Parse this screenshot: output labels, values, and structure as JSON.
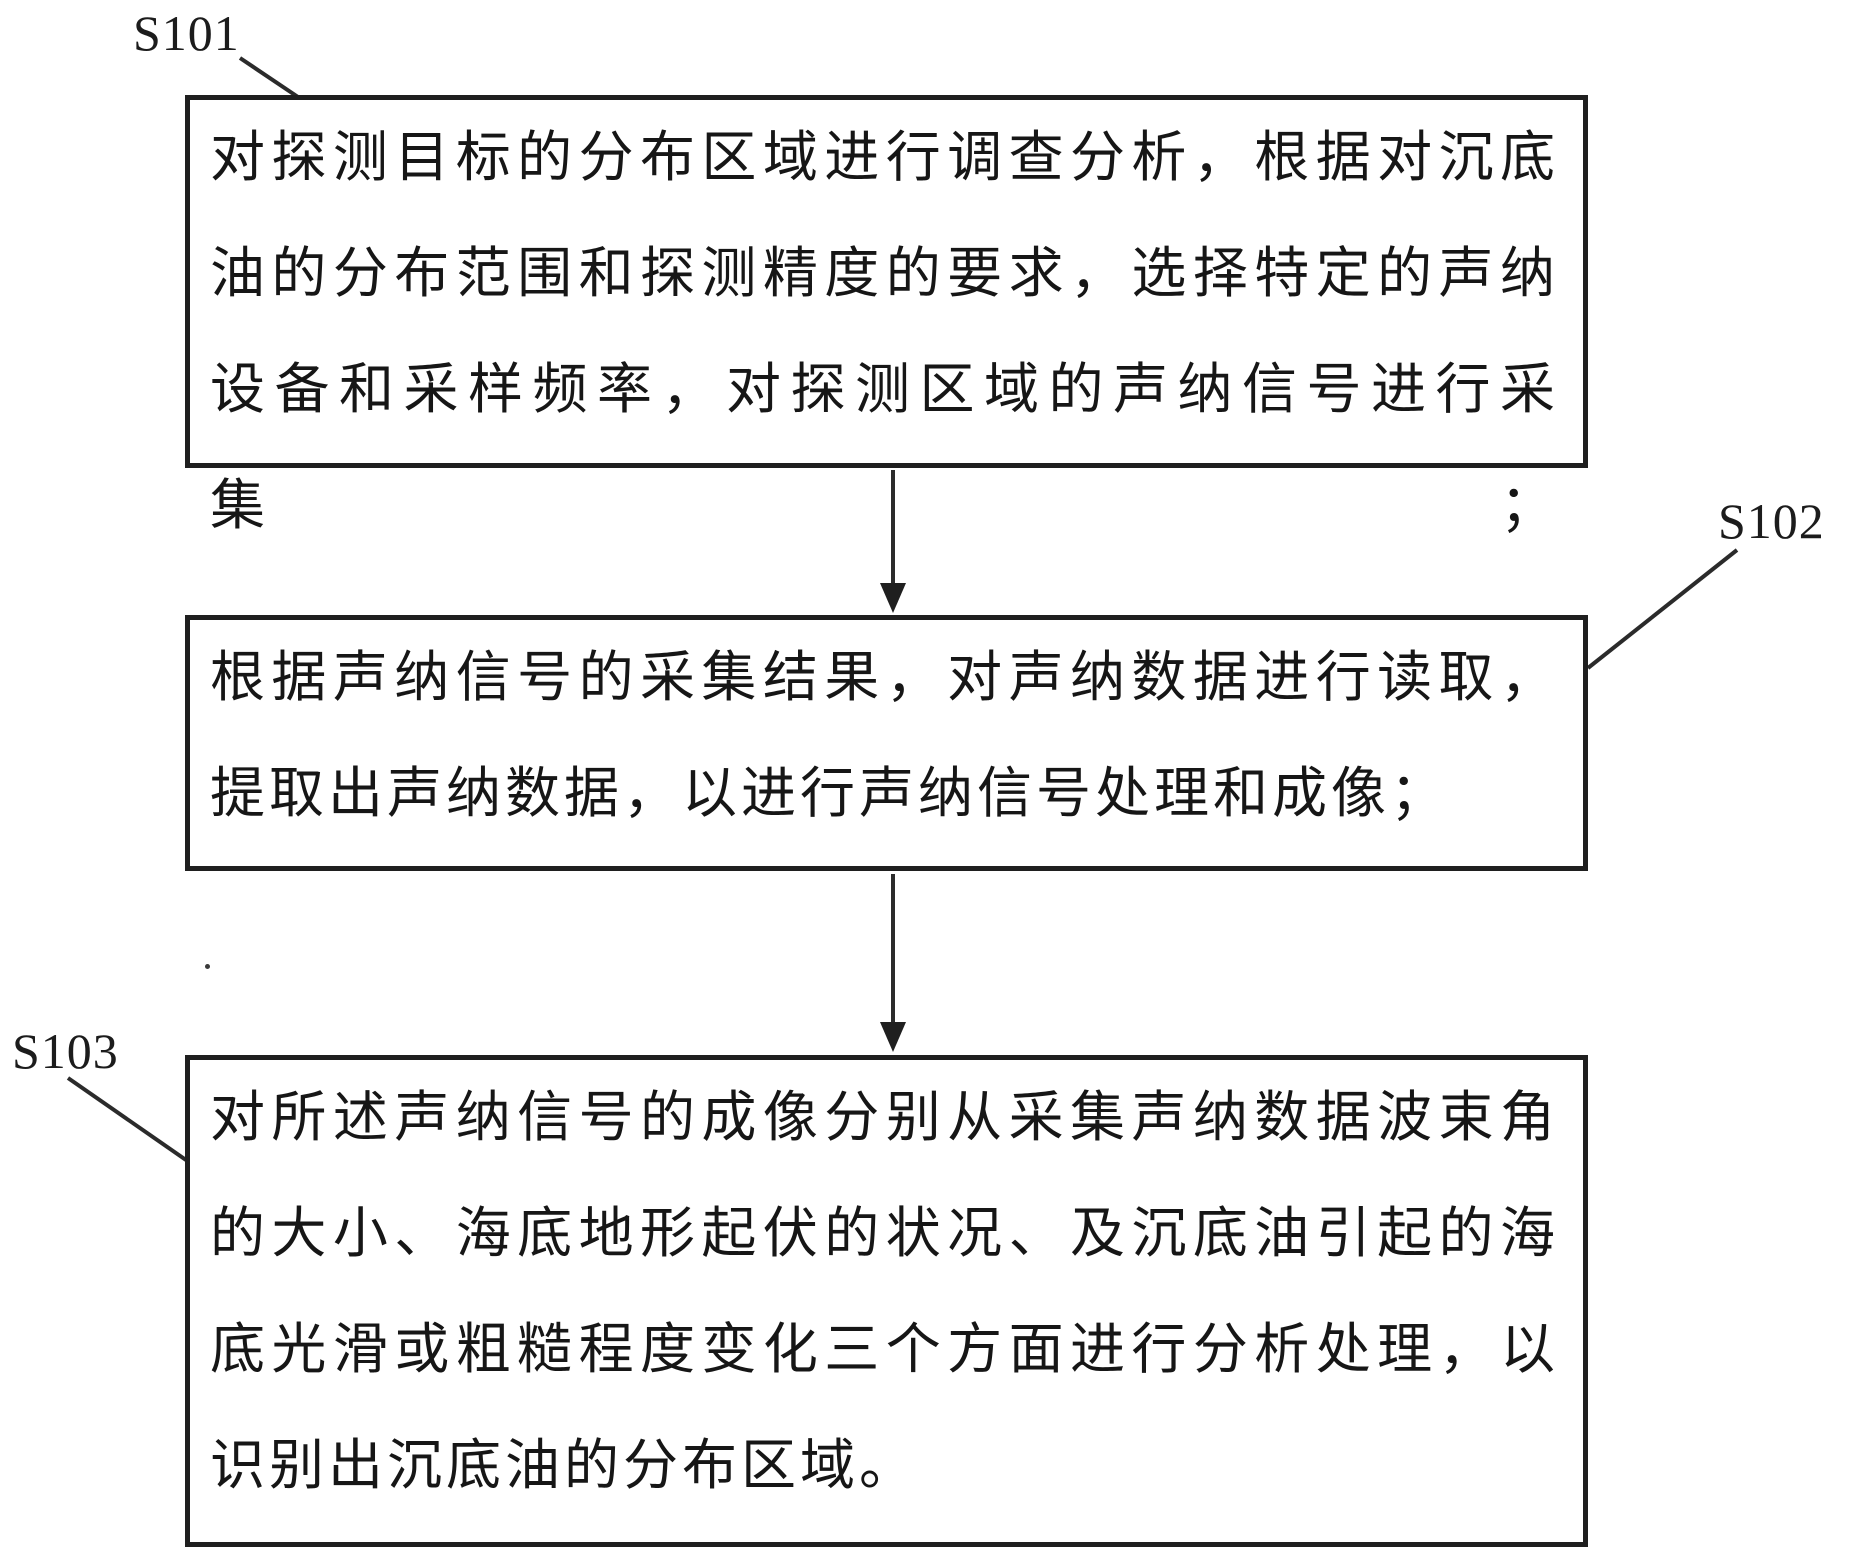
{
  "diagram": {
    "title_hint": "sonar sunken-oil detection flowchart",
    "colors": {
      "ink": "#1c1c1c",
      "border": "#1f1f1f",
      "background": "#ffffff"
    },
    "steps": [
      {
        "id": "S101",
        "lines": [
          "对探测目标的分布区域进行调查分析，根据对沉底",
          "油的分布范围和探测精度的要求，选择特定的声纳",
          "设备和采样频率，对探测区域的声纳信号进行采集；"
        ]
      },
      {
        "id": "S102",
        "lines": [
          "根据声纳信号的采集结果，对声纳数据进行读取，",
          "提取出声纳数据，以进行声纳信号处理和成像；"
        ]
      },
      {
        "id": "S103",
        "lines": [
          "对所述声纳信号的成像分别从采集声纳数据波束角",
          "的大小、海底地形起伏的状况、及沉底油引起的海",
          "底光滑或粗糙程度变化三个方面进行分析处理，以",
          "识别出沉底油的分布区域。"
        ]
      }
    ]
  }
}
